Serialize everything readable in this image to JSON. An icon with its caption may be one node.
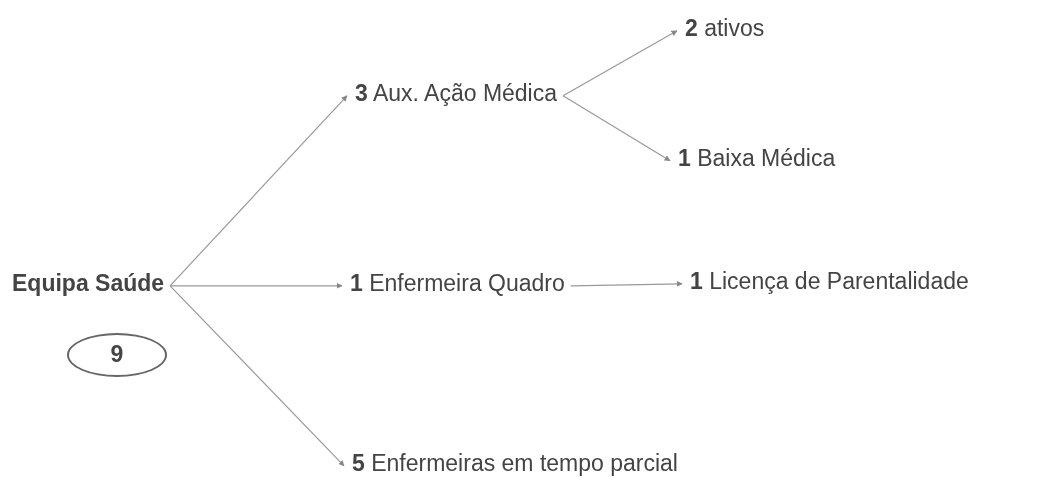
{
  "diagram": {
    "nodes": [
      {
        "text": [
          "Equipa Saúde"
        ]
      },
      {
        "text": [
          "9"
        ]
      },
      {
        "text": [
          "**3** Aux. Ação Médica"
        ]
      },
      {
        "text": [
          "**2** ativos"
        ]
      },
      {
        "text": [
          "**1** Baixa Médica"
        ]
      },
      {
        "text": [
          "**1** Enfermeira Quadro"
        ]
      },
      {
        "text": [
          "**1** Licença de Parentalidade"
        ]
      },
      {
        "text": [
          "**5** Enfermeiras em tempo parcial"
        ]
      }
    ],
    "edges": [
      {
        "from": 0,
        "to": 2,
        "arrow": "to"
      },
      {
        "from": 0,
        "to": 5,
        "arrow": "to"
      },
      {
        "from": 0,
        "to": 7,
        "arrow": "to"
      },
      {
        "from": 2,
        "to": 3,
        "arrow": "to"
      },
      {
        "from": 2,
        "to": 4,
        "arrow": "to"
      },
      {
        "from": 5,
        "to": 6,
        "arrow": "to"
      }
    ]
  }
}
